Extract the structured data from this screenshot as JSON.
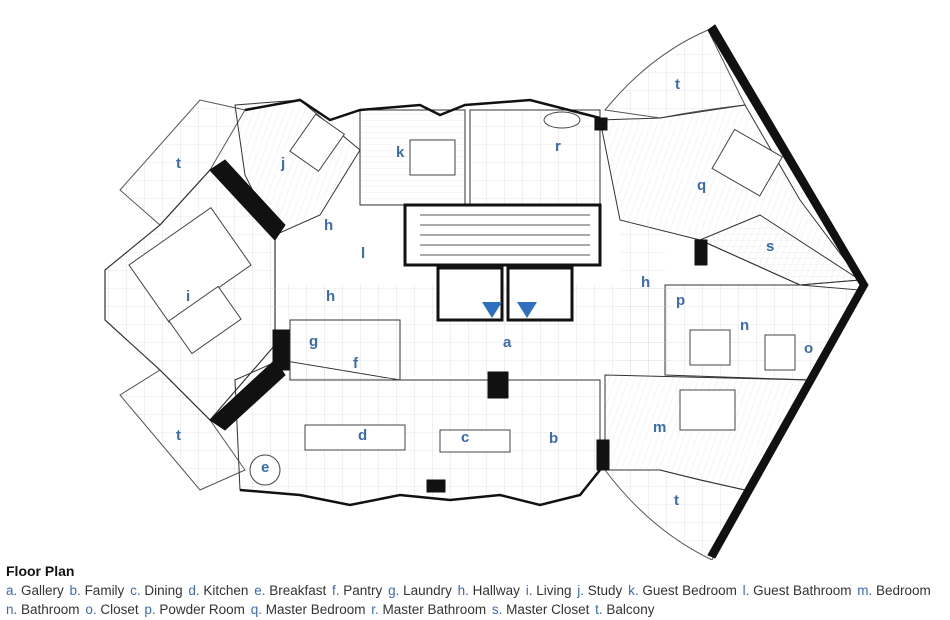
{
  "legend": {
    "title": "Floor Plan",
    "items": [
      {
        "key": "a.",
        "name": "Gallery"
      },
      {
        "key": "b.",
        "name": "Family"
      },
      {
        "key": "c.",
        "name": "Dining"
      },
      {
        "key": "d.",
        "name": "Kitchen"
      },
      {
        "key": "e.",
        "name": "Breakfast"
      },
      {
        "key": "f.",
        "name": "Pantry"
      },
      {
        "key": "g.",
        "name": "Laundry"
      },
      {
        "key": "h.",
        "name": "Hallway"
      },
      {
        "key": "i.",
        "name": "Living"
      },
      {
        "key": "j.",
        "name": "Study"
      },
      {
        "key": "k.",
        "name": "Guest Bedroom"
      },
      {
        "key": "l.",
        "name": "Guest Bathroom"
      },
      {
        "key": "m.",
        "name": "Bedroom"
      },
      {
        "key": "n.",
        "name": "Bathroom"
      },
      {
        "key": "o.",
        "name": "Closet"
      },
      {
        "key": "p.",
        "name": "Powder Room"
      },
      {
        "key": "q.",
        "name": "Master Bedroom"
      },
      {
        "key": "r.",
        "name": "Master Bathroom"
      },
      {
        "key": "s.",
        "name": "Master Closet"
      },
      {
        "key": "t.",
        "name": "Balcony"
      }
    ]
  },
  "room_labels": [
    "a",
    "b",
    "c",
    "d",
    "e",
    "f",
    "g",
    "h",
    "i",
    "j",
    "k",
    "l",
    "m",
    "n",
    "o",
    "p",
    "q",
    "r",
    "s",
    "t"
  ],
  "colors": {
    "label": "#3a6bb0",
    "wall": "#111111",
    "arrow": "#2e6fc0"
  }
}
